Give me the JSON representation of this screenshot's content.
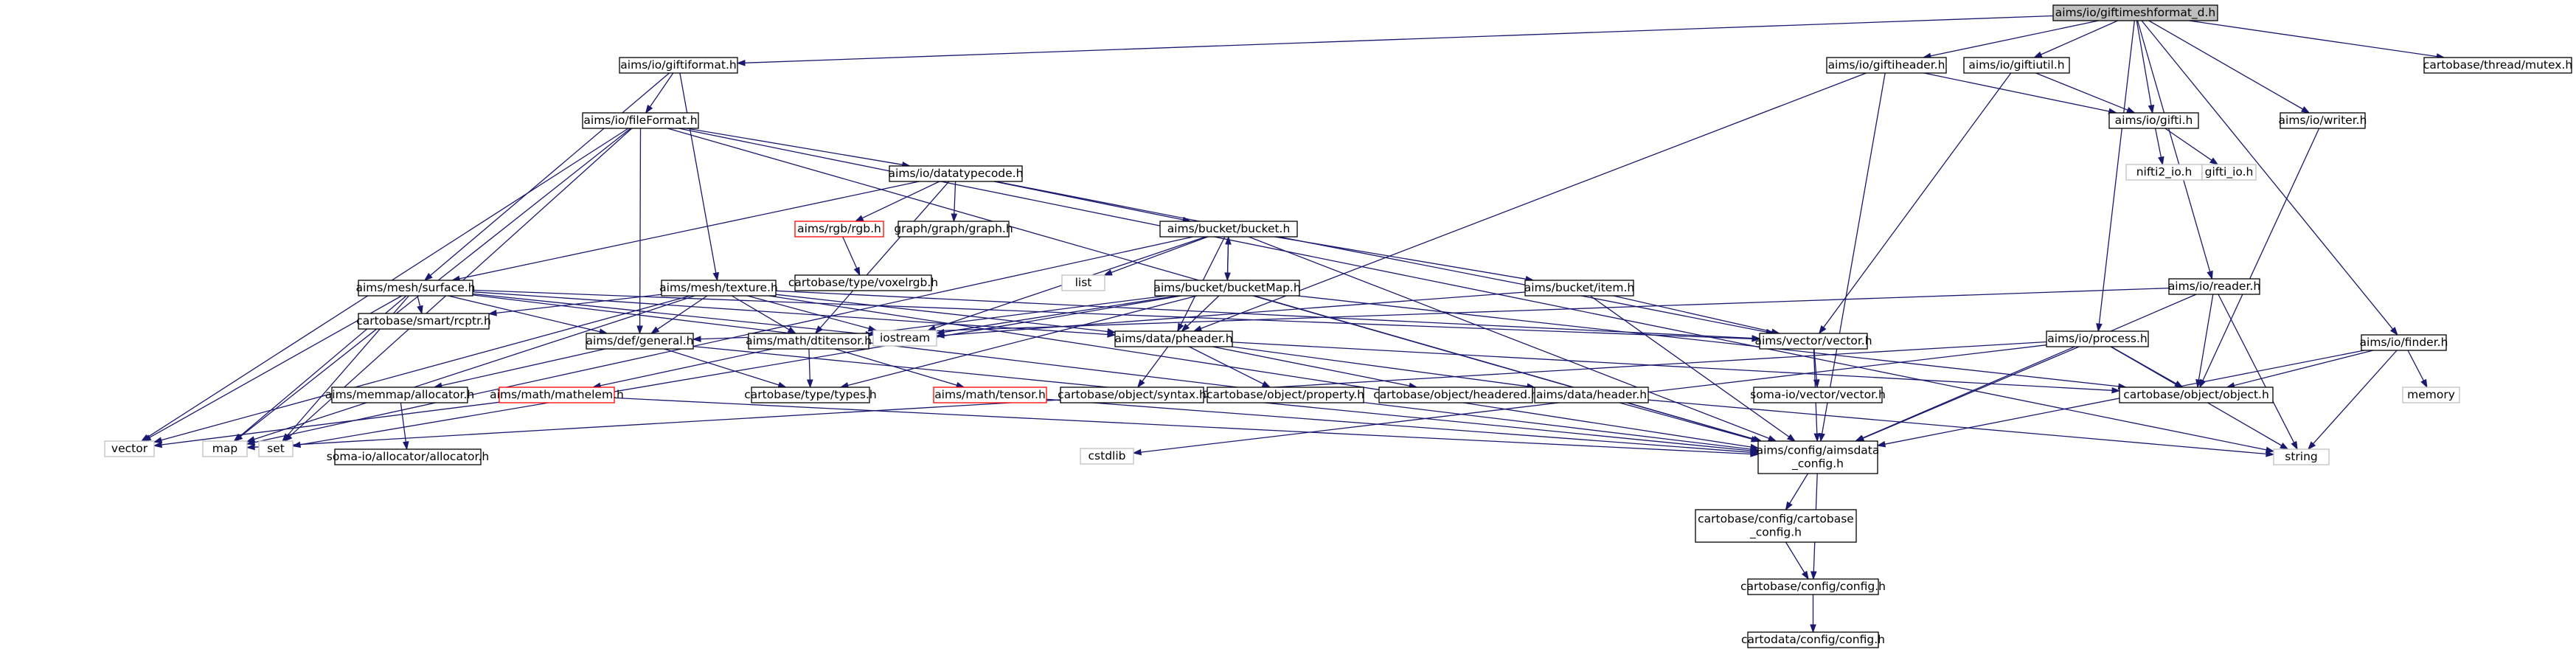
{
  "colors": {
    "edge": "#191970",
    "root_fill": "#bfbfbf",
    "missing_border": "#bfbfbf",
    "incomplete_border": "#ff0000"
  },
  "nodes": [
    {
      "id": "root",
      "label": "aims/io/giftimeshformat_d.h",
      "kind": "root"
    },
    {
      "id": "giftiformat",
      "label": "aims/io/giftiformat.h",
      "kind": "std"
    },
    {
      "id": "giftiheader",
      "label": "aims/io/giftiheader.h",
      "kind": "std"
    },
    {
      "id": "giftiutil",
      "label": "aims/io/giftiutil.h",
      "kind": "std"
    },
    {
      "id": "mutex",
      "label": "cartobase/thread/mutex.h",
      "kind": "std"
    },
    {
      "id": "fileformat",
      "label": "aims/io/fileFormat.h",
      "kind": "std"
    },
    {
      "id": "gifti",
      "label": "aims/io/gifti.h",
      "kind": "std"
    },
    {
      "id": "writer",
      "label": "aims/io/writer.h",
      "kind": "std"
    },
    {
      "id": "nifti2io",
      "label": "nifti2_io.h",
      "kind": "ext"
    },
    {
      "id": "giftiio",
      "label": "gifti_io.h",
      "kind": "ext"
    },
    {
      "id": "datatypecode",
      "label": "aims/io/datatypecode.h",
      "kind": "std"
    },
    {
      "id": "rgb",
      "label": "aims/rgb/rgb.h",
      "kind": "red"
    },
    {
      "id": "graphgraph",
      "label": "graph/graph/graph.h",
      "kind": "std"
    },
    {
      "id": "bucket",
      "label": "aims/bucket/bucket.h",
      "kind": "std"
    },
    {
      "id": "voxelrgb",
      "label": "cartobase/type/voxelrgb.h",
      "kind": "std"
    },
    {
      "id": "list",
      "label": "list",
      "kind": "ext"
    },
    {
      "id": "reader",
      "label": "aims/io/reader.h",
      "kind": "std"
    },
    {
      "id": "surface",
      "label": "aims/mesh/surface.h",
      "kind": "std"
    },
    {
      "id": "texture",
      "label": "aims/mesh/texture.h",
      "kind": "std"
    },
    {
      "id": "bucketmap",
      "label": "aims/bucket/bucketMap.h",
      "kind": "std"
    },
    {
      "id": "item",
      "label": "aims/bucket/item.h",
      "kind": "std"
    },
    {
      "id": "rcptr",
      "label": "cartobase/smart/rcptr.h",
      "kind": "std"
    },
    {
      "id": "iostream",
      "label": "iostream",
      "kind": "ext"
    },
    {
      "id": "defgeneral",
      "label": "aims/def/general.h",
      "kind": "std"
    },
    {
      "id": "dtitensor",
      "label": "aims/math/dtitensor.h",
      "kind": "std"
    },
    {
      "id": "pheader",
      "label": "aims/data/pheader.h",
      "kind": "std"
    },
    {
      "id": "vector_h",
      "label": "aims/vector/vector.h",
      "kind": "std"
    },
    {
      "id": "process",
      "label": "aims/io/process.h",
      "kind": "std"
    },
    {
      "id": "finder",
      "label": "aims/io/finder.h",
      "kind": "std"
    },
    {
      "id": "memmap",
      "label": "aims/memmap/allocator.h",
      "kind": "std"
    },
    {
      "id": "mathelem",
      "label": "aims/math/mathelem.h",
      "kind": "red"
    },
    {
      "id": "types",
      "label": "cartobase/type/types.h",
      "kind": "std"
    },
    {
      "id": "tensor",
      "label": "aims/math/tensor.h",
      "kind": "red"
    },
    {
      "id": "syntax",
      "label": "cartobase/object/syntax.h",
      "kind": "std"
    },
    {
      "id": "property",
      "label": "cartobase/object/property.h",
      "kind": "std"
    },
    {
      "id": "headered",
      "label": "cartobase/object/headered.h",
      "kind": "std"
    },
    {
      "id": "header",
      "label": "aims/data/header.h",
      "kind": "std"
    },
    {
      "id": "somavector",
      "label": "soma-io/vector/vector.h",
      "kind": "std"
    },
    {
      "id": "object",
      "label": "cartobase/object/object.h",
      "kind": "std"
    },
    {
      "id": "memory",
      "label": "memory",
      "kind": "ext"
    },
    {
      "id": "vector",
      "label": "vector",
      "kind": "ext"
    },
    {
      "id": "map",
      "label": "map",
      "kind": "ext"
    },
    {
      "id": "set",
      "label": "set",
      "kind": "ext"
    },
    {
      "id": "somaalloc",
      "label": "soma-io/allocator/allocator.h",
      "kind": "std"
    },
    {
      "id": "cstdlib",
      "label": "cstdlib",
      "kind": "ext"
    },
    {
      "id": "aimsdata",
      "label": "aims/config/aimsdata\n_config.h",
      "kind": "std"
    },
    {
      "id": "string",
      "label": "string",
      "kind": "ext"
    },
    {
      "id": "cartobaseconfig",
      "label": "cartobase/config/cartobase\n_config.h",
      "kind": "std"
    },
    {
      "id": "cbconfig",
      "label": "cartobase/config/config.h",
      "kind": "std"
    },
    {
      "id": "cdconfig",
      "label": "cartodata/config/config.h",
      "kind": "std"
    }
  ],
  "edges": [
    [
      "root",
      "giftiformat"
    ],
    [
      "root",
      "giftiheader"
    ],
    [
      "root",
      "giftiutil"
    ],
    [
      "root",
      "gifti"
    ],
    [
      "root",
      "mutex"
    ],
    [
      "root",
      "writer"
    ],
    [
      "root",
      "reader"
    ],
    [
      "root",
      "process"
    ],
    [
      "root",
      "finder"
    ],
    [
      "giftiformat",
      "fileformat"
    ],
    [
      "giftiformat",
      "surface"
    ],
    [
      "giftiformat",
      "texture"
    ],
    [
      "giftiheader",
      "gifti"
    ],
    [
      "giftiheader",
      "pheader"
    ],
    [
      "giftiheader",
      "aimsdata"
    ],
    [
      "giftiutil",
      "gifti"
    ],
    [
      "giftiutil",
      "vector_h"
    ],
    [
      "gifti",
      "nifti2io"
    ],
    [
      "gifti",
      "giftiio"
    ],
    [
      "writer",
      "object"
    ],
    [
      "fileformat",
      "datatypecode"
    ],
    [
      "fileformat",
      "defgeneral"
    ],
    [
      "fileformat",
      "vector"
    ],
    [
      "fileformat",
      "map"
    ],
    [
      "fileformat",
      "set"
    ],
    [
      "fileformat",
      "string"
    ],
    [
      "fileformat",
      "aimsdata"
    ],
    [
      "datatypecode",
      "rgb"
    ],
    [
      "datatypecode",
      "graphgraph"
    ],
    [
      "datatypecode",
      "bucket"
    ],
    [
      "datatypecode",
      "surface"
    ],
    [
      "datatypecode",
      "dtitensor"
    ],
    [
      "datatypecode",
      "vector_h"
    ],
    [
      "rgb",
      "voxelrgb"
    ],
    [
      "bucket",
      "bucketmap"
    ],
    [
      "bucket",
      "item"
    ],
    [
      "bucket",
      "list"
    ],
    [
      "bucket",
      "iostream"
    ],
    [
      "bucket",
      "pheader"
    ],
    [
      "bucket",
      "map"
    ],
    [
      "bucket",
      "aimsdata"
    ],
    [
      "bucketmap",
      "bucket"
    ],
    [
      "bucketmap",
      "iostream"
    ],
    [
      "bucketmap",
      "pheader"
    ],
    [
      "bucketmap",
      "types"
    ],
    [
      "bucketmap",
      "dtitensor"
    ],
    [
      "bucketmap",
      "object"
    ],
    [
      "bucketmap",
      "set"
    ],
    [
      "bucketmap",
      "aimsdata"
    ],
    [
      "item",
      "vector_h"
    ],
    [
      "item",
      "iostream"
    ],
    [
      "item",
      "aimsdata"
    ],
    [
      "reader",
      "object"
    ],
    [
      "reader",
      "defgeneral"
    ],
    [
      "reader",
      "string"
    ],
    [
      "reader",
      "aimsdata"
    ],
    [
      "surface",
      "rcptr"
    ],
    [
      "surface",
      "defgeneral"
    ],
    [
      "surface",
      "vector_h"
    ],
    [
      "surface",
      "pheader"
    ],
    [
      "surface",
      "iostream"
    ],
    [
      "surface",
      "vector"
    ],
    [
      "surface",
      "map"
    ],
    [
      "surface",
      "set"
    ],
    [
      "surface",
      "aimsdata"
    ],
    [
      "texture",
      "rcptr"
    ],
    [
      "texture",
      "defgeneral"
    ],
    [
      "texture",
      "dtitensor"
    ],
    [
      "texture",
      "pheader"
    ],
    [
      "texture",
      "vector_h"
    ],
    [
      "texture",
      "iostream"
    ],
    [
      "texture",
      "vector"
    ],
    [
      "texture",
      "map"
    ],
    [
      "texture",
      "aimsdata"
    ],
    [
      "defgeneral",
      "memmap"
    ],
    [
      "defgeneral",
      "types"
    ],
    [
      "defgeneral",
      "aimsdata"
    ],
    [
      "dtitensor",
      "tensor"
    ],
    [
      "dtitensor",
      "mathelem"
    ],
    [
      "dtitensor",
      "types"
    ],
    [
      "tensor",
      "aimsdata"
    ],
    [
      "mathelem",
      "aimsdata"
    ],
    [
      "mathelem",
      "vector"
    ],
    [
      "memmap",
      "somaalloc"
    ],
    [
      "pheader",
      "syntax"
    ],
    [
      "pheader",
      "property"
    ],
    [
      "pheader",
      "headered"
    ],
    [
      "pheader",
      "header"
    ],
    [
      "pheader",
      "object"
    ],
    [
      "header",
      "aimsdata"
    ],
    [
      "header",
      "string"
    ],
    [
      "vector_h",
      "somavector"
    ],
    [
      "vector_h",
      "aimsdata"
    ],
    [
      "process",
      "object"
    ],
    [
      "process",
      "aimsdata"
    ],
    [
      "process",
      "string"
    ],
    [
      "process",
      "cstdlib"
    ],
    [
      "process",
      "map"
    ],
    [
      "finder",
      "object"
    ],
    [
      "finder",
      "memory"
    ],
    [
      "finder",
      "string"
    ],
    [
      "finder",
      "aimsdata"
    ],
    [
      "aimsdata",
      "cartobaseconfig"
    ],
    [
      "aimsdata",
      "cbconfig"
    ],
    [
      "cartobaseconfig",
      "cbconfig"
    ],
    [
      "cbconfig",
      "cdconfig"
    ]
  ]
}
